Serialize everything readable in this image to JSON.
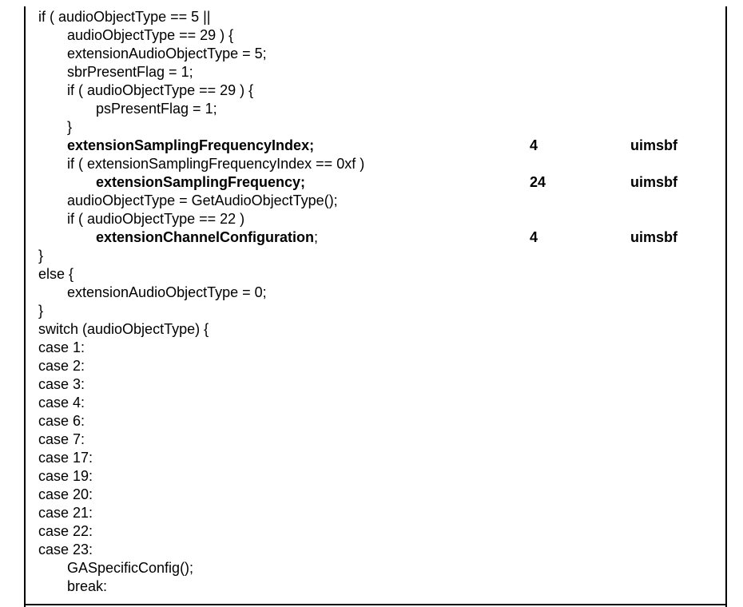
{
  "document": {
    "lines": [
      {
        "text": "if ( audioObjectType == 5 ||",
        "indent": 0
      },
      {
        "text": "audioObjectType == 29 ) {",
        "indent": 1
      },
      {
        "text": "extensionAudioObjectType = 5;",
        "indent": 1
      },
      {
        "text": "sbrPresentFlag = 1;",
        "indent": 1
      },
      {
        "text": "if ( audioObjectType == 29 ) {",
        "indent": 1
      },
      {
        "text": "psPresentFlag = 1;",
        "indent": 2
      },
      {
        "text": "}",
        "indent": 1
      },
      {
        "text": "extensionSamplingFrequencyIndex;",
        "indent": 1,
        "bold": true,
        "bits": "4",
        "mnemonic": "uimsbf"
      },
      {
        "text": "if ( extensionSamplingFrequencyIndex == 0xf )",
        "indent": 1
      },
      {
        "text": "extensionSamplingFrequency;",
        "indent": 2,
        "bold": true,
        "bits": "24",
        "mnemonic": "uimsbf"
      },
      {
        "text": "audioObjectType = GetAudioObjectType();",
        "indent": 1
      },
      {
        "text": "if ( audioObjectType == 22 )",
        "indent": 1
      },
      {
        "text": "extensionChannelConfiguration",
        "suffix": ";",
        "indent": 2,
        "bold": true,
        "bits": "4",
        "mnemonic": "uimsbf"
      },
      {
        "text": "}",
        "indent": 0
      },
      {
        "text": "else {",
        "indent": 0
      },
      {
        "text": "extensionAudioObjectType = 0;",
        "indent": 1
      },
      {
        "text": "}",
        "indent": 0
      },
      {
        "text": "switch (audioObjectType) {",
        "indent": 0
      },
      {
        "text": "case 1:",
        "indent": 0
      },
      {
        "text": "case 2:",
        "indent": 0
      },
      {
        "text": "case 3:",
        "indent": 0
      },
      {
        "text": "case 4:",
        "indent": 0
      },
      {
        "text": "case 6:",
        "indent": 0
      },
      {
        "text": "case 7:",
        "indent": 0
      },
      {
        "text": "case 17:",
        "indent": 0
      },
      {
        "text": "case 19:",
        "indent": 0
      },
      {
        "text": "case 20:",
        "indent": 0
      },
      {
        "text": "case 21:",
        "indent": 0
      },
      {
        "text": "case 22:",
        "indent": 0
      },
      {
        "text": "case 23:",
        "indent": 0
      },
      {
        "text": "GASpecificConfig();",
        "indent": 1
      },
      {
        "text": "break:",
        "indent": 1
      }
    ]
  }
}
